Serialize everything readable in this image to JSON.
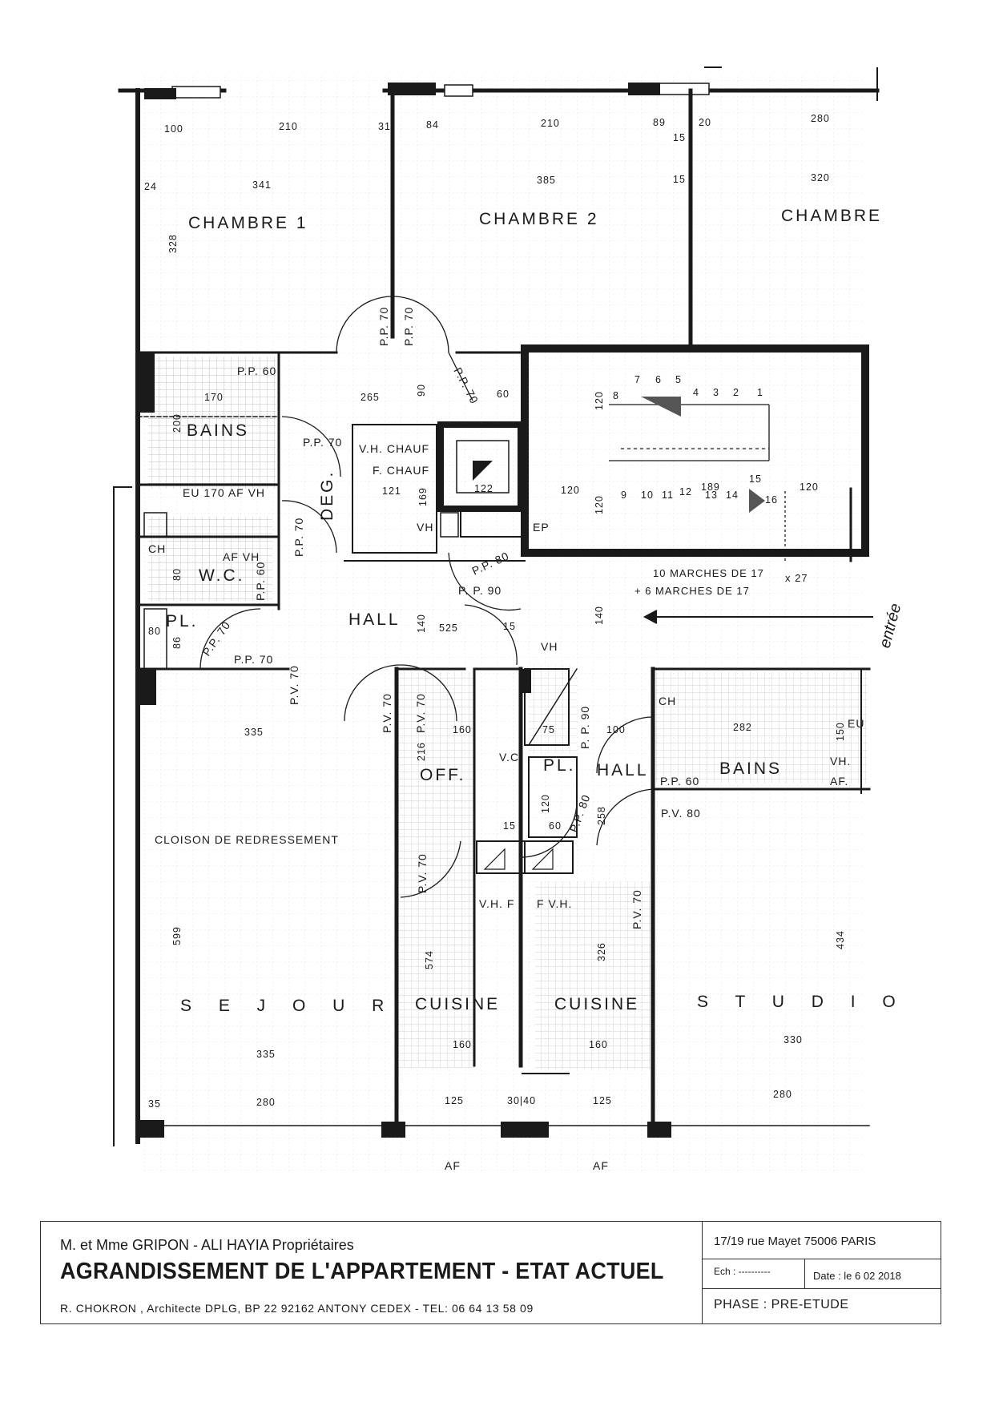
{
  "rooms": {
    "chambre1": "CHAMBRE 1",
    "chambre2": "CHAMBRE 2",
    "chambre3": "CHAMBRE",
    "bains_left": "BAINS",
    "wc": "W.C.",
    "pl_left": "PL.",
    "hall_main": "HALL",
    "deg": "DEG.",
    "sejour": "S E J O U R",
    "off": "OFF.",
    "cuisine_left": "CUISINE",
    "cuisine_right": "CUISINE",
    "studio": "S T U D I O",
    "hall_right": "HALL",
    "bains_right": "BAINS",
    "pl_right": "PL.",
    "vc": "V.C"
  },
  "labels": {
    "pp60_bath": "P.P. 60",
    "pp70_vert_1": "P.P. 70",
    "pp70_vert_2": "P.P. 70",
    "pp70_diag": "P.P. 70",
    "pp70_deg": "P.P. 70",
    "pp70_wc_vert": "P.P. 70",
    "pp60_wc": "P.P. 60",
    "pp70_pl": "P.P. 70",
    "pp70_lower": "P.P. 70",
    "pp80": "P.P. 80",
    "pp90_hall": "P. P. 90",
    "pp90_vert": "P. P. 90",
    "pp80_right": "P.P. 80",
    "pp60_right": "P.P. 60",
    "pv70_sejour": "P.V. 70",
    "pv70_a": "P.V. 70",
    "pv70_b": "P.V. 70",
    "pv70_cuisine": "P.V. 70",
    "pv70_studio": "P.V. 70",
    "pv80": "P.V. 80",
    "vh_chauf": "V.H. CHAUF",
    "f_chauf": "F. CHAUF",
    "vh_cupboard": "VH",
    "ep": "EP",
    "eu_af_vh": "EU 170 AF VH",
    "af_vh_wc": "AF VH",
    "ch_left": "CH",
    "vh_hall": "VH",
    "ch_right": "CH",
    "eu_right": "EU",
    "vh_right": "VH.",
    "af_right": "AF.",
    "vh_f": "V.H. F",
    "f_vh": "F V.H.",
    "cloison": "CLOISON  DE  REDRESSEMENT",
    "stairs_1": "10 MARCHES DE 17",
    "stairs_2": "+ 6 MARCHES DE 17",
    "stairs_x": "x 27",
    "entree": "entrée",
    "af_1": "AF",
    "af_2": "AF"
  },
  "dimensions": {
    "d100": "100",
    "d210a": "210",
    "d341": "341",
    "d24": "24",
    "d328": "328",
    "d31": "31",
    "d84": "84",
    "d210b": "210",
    "d89": "89",
    "d20": "20",
    "d280top": "280",
    "d385": "385",
    "d15a": "15",
    "d320": "320",
    "d15b": "15",
    "d170": "170",
    "d200": "200",
    "d265": "265",
    "d90": "90",
    "d60": "60",
    "d121": "121",
    "d122": "122",
    "d169": "169",
    "d120a": "120",
    "d120b": "120",
    "d120c": "120",
    "d120d": "120",
    "d189": "189",
    "d140a": "140",
    "d525": "525",
    "d15c": "15",
    "d140b": "140",
    "d335a": "335",
    "d216": "216",
    "d160a": "160",
    "d75": "75",
    "d100b": "100",
    "d282": "282",
    "d150": "150",
    "d258": "258",
    "d120e": "120",
    "d60b": "60",
    "d15d": "15",
    "d599": "599",
    "d574": "574",
    "d326": "326",
    "d434": "434",
    "d335b": "335",
    "d160b": "160",
    "d160c": "160",
    "d330": "330",
    "d280a": "280",
    "d125a": "125",
    "d3040": "30|40",
    "d125b": "125",
    "d280b": "280",
    "d35": "35",
    "d86": "86",
    "d80": "80",
    "d80b": "80"
  },
  "stair_numbers": [
    "7",
    "6",
    "5",
    "4",
    "3",
    "2",
    "1",
    "8",
    "9",
    "10",
    "11",
    "12",
    "13",
    "14",
    "15",
    "16"
  ],
  "title_block": {
    "owners": "M. et Mme GRIPON - ALI HAYIA Propriétaires",
    "title": "AGRANDISSEMENT DE L'APPARTEMENT - ETAT ACTUEL",
    "architect": "R. CHOKRON , Architecte DPLG, BP 22  92162  ANTONY CEDEX   - TEL: 06 64 13 58 09",
    "address": "17/19 rue Mayet 75006 PARIS",
    "scale": "Ech : ----------",
    "date": "Date : le 6 02 2018",
    "phase": "PHASE  : PRE-ETUDE"
  }
}
